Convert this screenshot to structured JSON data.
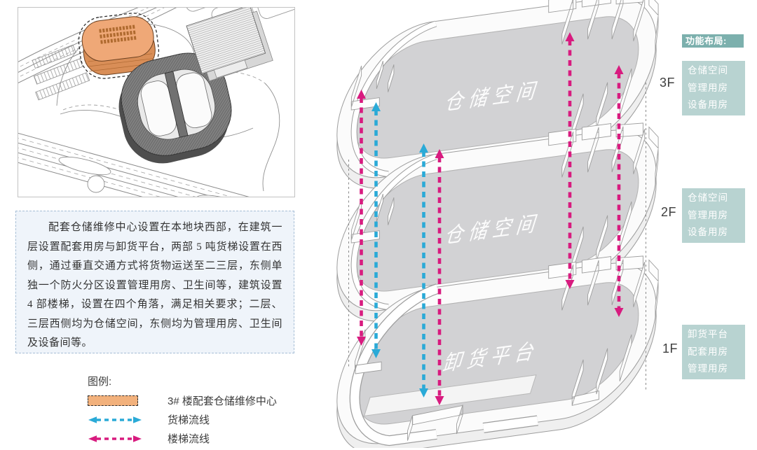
{
  "description": {
    "text": "配套仓储维修中心设置在本地块西部，在建筑一层设置配套用房与卸货平台，两部 5 吨货梯设置在西侧，通过垂直交通方式将货物运送至二三层，东侧单独一个防火分区设置管理用房、卫生间等，建筑设置 4 部楼梯，设置在四个角落，满足相关要求；二层、三层西侧均为仓储空间，东侧均为管理用房、卫生间及设备间等。"
  },
  "legend": {
    "title": "图例:",
    "items": [
      {
        "swatch": "area",
        "color": "#f2b17c",
        "label": "3# 楼配套仓储维修中心"
      },
      {
        "swatch": "arrow",
        "color": "#2aaad7",
        "label": "货梯流线"
      },
      {
        "swatch": "arrow",
        "color": "#d81b7f",
        "label": "楼梯流线"
      }
    ]
  },
  "axon": {
    "floors": [
      {
        "id": "3F",
        "surface_label": "仓储空间"
      },
      {
        "id": "2F",
        "surface_label": "仓储空间"
      },
      {
        "id": "1F",
        "surface_label": "卸货平台"
      }
    ]
  },
  "function_layout": {
    "header": "功能布局:",
    "boxes": [
      {
        "floor": "3F",
        "lines": [
          "仓储空间",
          "管理用房",
          "设备用房"
        ]
      },
      {
        "floor": "2F",
        "lines": [
          "仓储空间",
          "管理用房",
          "设备用房"
        ]
      },
      {
        "floor": "1F",
        "lines": [
          "卸货平台",
          "配套用房",
          "管理用房"
        ]
      }
    ]
  },
  "colors": {
    "cyan": "#2aaad7",
    "magenta": "#d81b7f",
    "orange": "#f2b17c",
    "teal_header": "#7cb0ad",
    "teal_box": "#b8d3d1"
  }
}
